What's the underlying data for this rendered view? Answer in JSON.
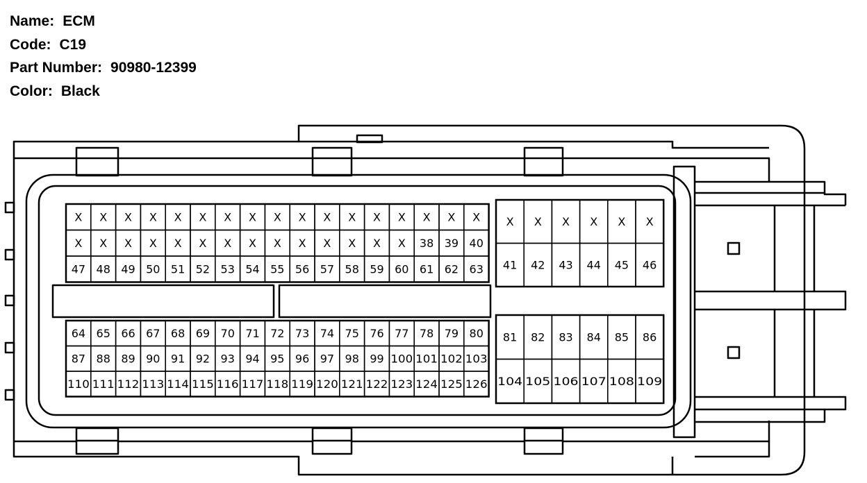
{
  "connector": {
    "name_label": "Name:",
    "name_value": "ECM",
    "code_label": "Code:",
    "code_value": "C19",
    "part_label": "Part Number:",
    "part_value": "90980-12399",
    "color_label": "Color:",
    "color_value": "Black"
  },
  "pin_grids": {
    "upper_left": {
      "rows": [
        [
          "X",
          "X",
          "X",
          "X",
          "X",
          "X",
          "X",
          "X",
          "X",
          "X",
          "X",
          "X",
          "X",
          "X",
          "X",
          "X",
          "X"
        ],
        [
          "X",
          "X",
          "X",
          "X",
          "X",
          "X",
          "X",
          "X",
          "X",
          "X",
          "X",
          "X",
          "X",
          "X",
          "38",
          "39",
          "40"
        ],
        [
          "47",
          "48",
          "49",
          "50",
          "51",
          "52",
          "53",
          "54",
          "55",
          "56",
          "57",
          "58",
          "59",
          "60",
          "61",
          "62",
          "63"
        ]
      ]
    },
    "upper_right": {
      "rows": [
        [
          "X",
          "X",
          "X",
          "X",
          "X",
          "X"
        ],
        [
          "41",
          "42",
          "43",
          "44",
          "45",
          "46"
        ]
      ]
    },
    "lower_left": {
      "rows": [
        [
          "64",
          "65",
          "66",
          "67",
          "68",
          "69",
          "70",
          "71",
          "72",
          "73",
          "74",
          "75",
          "76",
          "77",
          "78",
          "79",
          "80"
        ],
        [
          "87",
          "88",
          "89",
          "90",
          "91",
          "92",
          "93",
          "94",
          "95",
          "96",
          "97",
          "98",
          "99",
          "100",
          "101",
          "102",
          "103"
        ],
        [
          "110",
          "111",
          "112",
          "113",
          "114",
          "115",
          "116",
          "117",
          "118",
          "119",
          "120",
          "121",
          "122",
          "123",
          "124",
          "125",
          "126"
        ]
      ]
    },
    "lower_right": {
      "rows": [
        [
          "81",
          "82",
          "83",
          "84",
          "85",
          "86"
        ],
        [
          "104",
          "105",
          "106",
          "107",
          "108",
          "109"
        ]
      ]
    }
  }
}
